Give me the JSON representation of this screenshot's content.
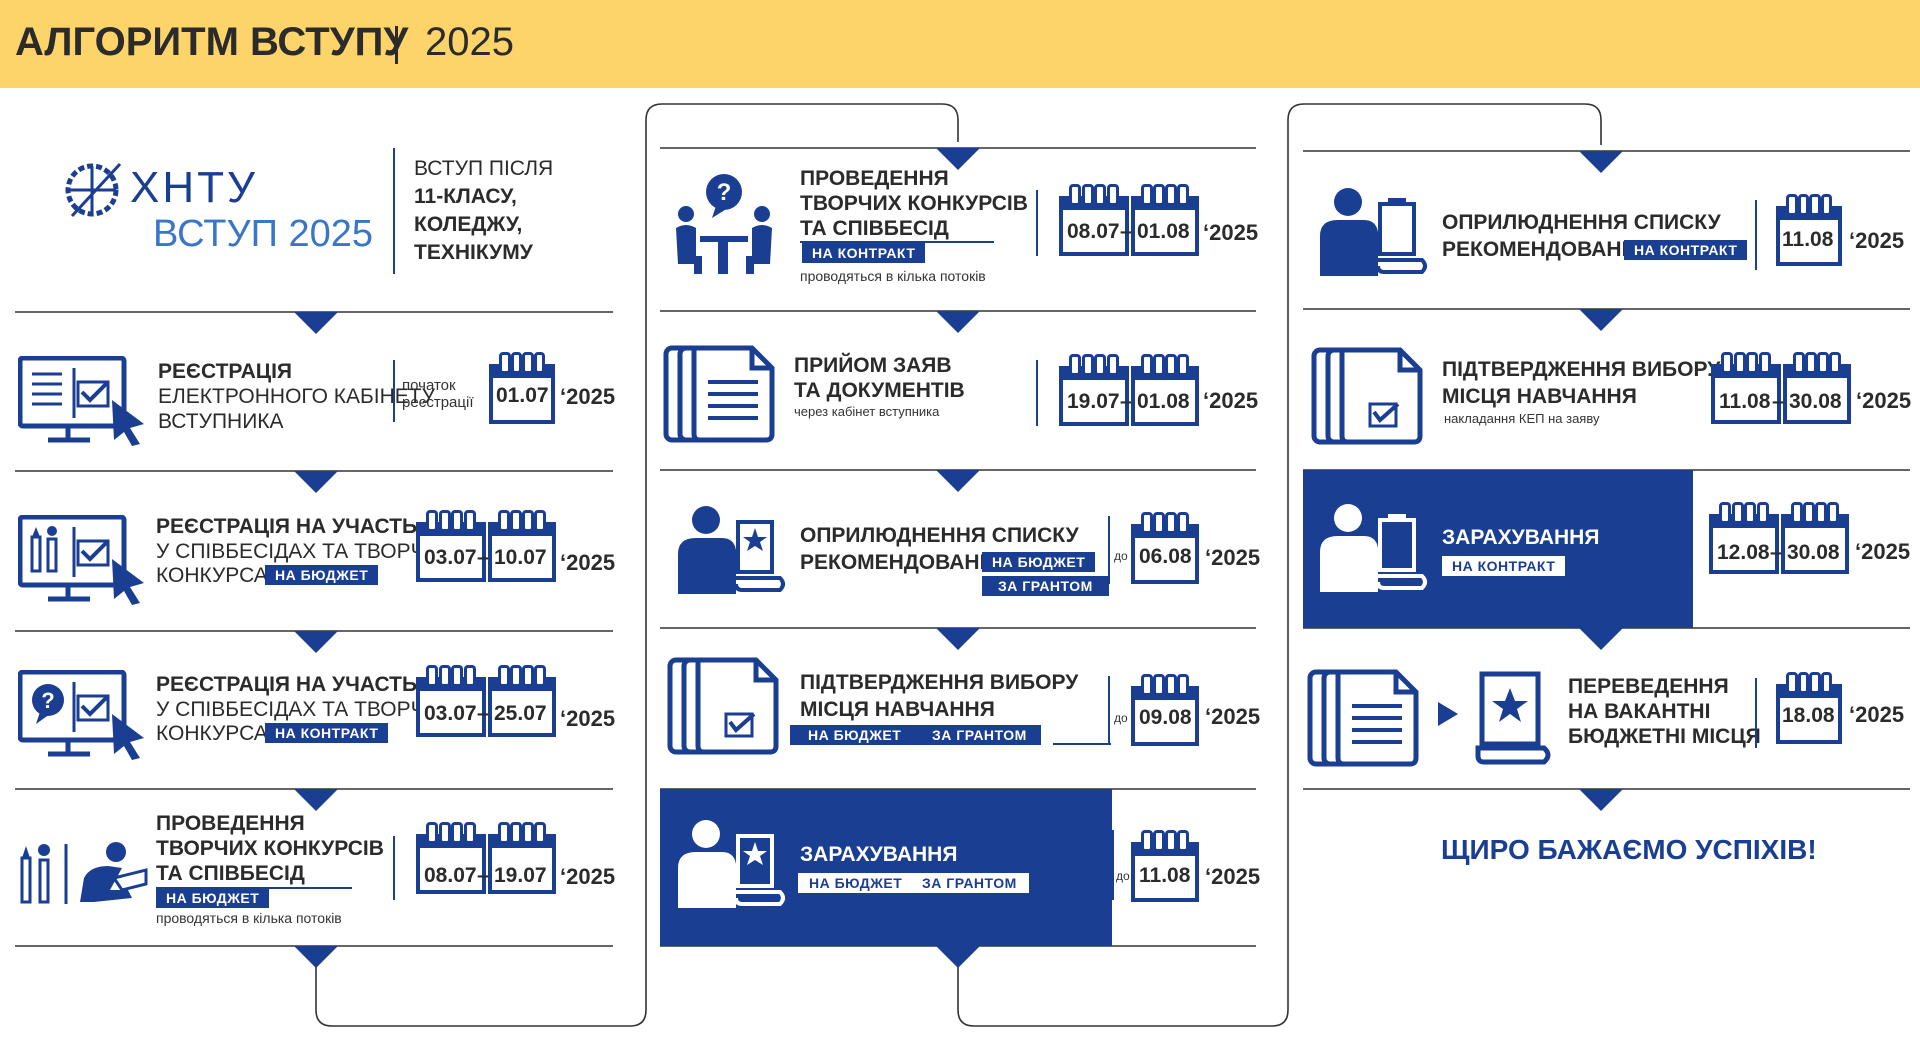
{
  "header": {
    "title": "АЛГОРИТМ ВСТУПУ",
    "year": "2025"
  },
  "logo": {
    "name": "ХНТУ",
    "subtitle": "ВСТУП 2025"
  },
  "intro": {
    "line1": "ВСТУП ПІСЛЯ",
    "line2": "11-КЛАСУ,",
    "line3": "КОЛЕДЖУ,",
    "line4": "ТЕХНІКУМУ"
  },
  "col1": {
    "s1": {
      "t1": "РЕЄСТРАЦІЯ",
      "t2": "ЕЛЕКТРОННОГО КАБІНЕТУ",
      "t3": "ВСТУПНИКА",
      "note1": "початок",
      "note2": "реєстрації",
      "date": "01.07",
      "year": "‘2025"
    },
    "s2": {
      "t1": "РЕЄСТРАЦІЯ НА УЧАСТЬ",
      "t2": "У СПІВБЕСІДАХ ТА ТВОРЧИХ",
      "t3": "КОНКУРСАХ",
      "tag": "НА БЮДЖЕТ",
      "date1": "03.07",
      "date2": "10.07",
      "year": "‘2025"
    },
    "s3": {
      "t1": "РЕЄСТРАЦІЯ НА УЧАСТЬ",
      "t2": "У СПІВБЕСІДАХ ТА ТВОРЧИХ",
      "t3": "КОНКУРСАХ",
      "tag": "НА КОНТРАКТ",
      "date1": "03.07",
      "date2": "25.07",
      "year": "‘2025"
    },
    "s4": {
      "t1": "ПРОВЕДЕННЯ",
      "t2": "ТВОРЧИХ КОНКУРСІВ",
      "t3": "ТА СПІВБЕСІД",
      "tag": "НА БЮДЖЕТ",
      "note": "проводяться в кілька потоків",
      "date1": "08.07",
      "date2": "19.07",
      "year": "‘2025"
    }
  },
  "col2": {
    "s1": {
      "t1": "ПРОВЕДЕННЯ",
      "t2": "ТВОРЧИХ КОНКУРСІВ",
      "t3": "ТА СПІВБЕСІД",
      "tag": "НА КОНТРАКТ",
      "note": "проводяться в кілька потоків",
      "date1": "08.07",
      "date2": "01.08",
      "year": "‘2025"
    },
    "s2": {
      "t1": "ПРИЙОМ ЗАЯВ",
      "t2": "ТА ДОКУМЕНТІВ",
      "note": "через кабінет вступника",
      "date1": "19.07",
      "date2": "01.08",
      "year": "‘2025"
    },
    "s3": {
      "t1": "ОПРИЛЮДНЕННЯ СПИСКУ",
      "t2": "РЕКОМЕНДОВАНИХ",
      "tag1": "НА БЮДЖЕТ",
      "tag2": "ЗА ГРАНТОМ",
      "do": "до",
      "date": "06.08",
      "year": "‘2025"
    },
    "s4": {
      "t1": "ПІДТВЕРДЖЕННЯ ВИБОРУ",
      "t2": "МІСЦЯ НАВЧАННЯ",
      "tag1": "НА БЮДЖЕТ",
      "tag2": "ЗА ГРАНТОМ",
      "do": "до",
      "date": "09.08",
      "year": "‘2025"
    },
    "s5": {
      "t1": "ЗАРАХУВАННЯ",
      "tag1": "НА БЮДЖЕТ",
      "tag2": "ЗА ГРАНТОМ",
      "do": "до",
      "date": "11.08",
      "year": "‘2025"
    }
  },
  "col3": {
    "s1": {
      "t1": "ОПРИЛЮДНЕННЯ СПИСКУ",
      "t2": "РЕКОМЕНДОВАНИХ",
      "tag": "НА КОНТРАКТ",
      "date": "11.08",
      "year": "‘2025"
    },
    "s2": {
      "t1": "ПІДТВЕРДЖЕННЯ ВИБОРУ",
      "t2": "МІСЦЯ НАВЧАННЯ",
      "note": "накладання КЕП на заяву",
      "date1": "11.08",
      "date2": "30.08",
      "year": "‘2025"
    },
    "s3": {
      "t1": "ЗАРАХУВАННЯ",
      "tag": "НА КОНТРАКТ",
      "date1": "12.08",
      "date2": "30.08",
      "year": "‘2025"
    },
    "s4": {
      "t1": "ПЕРЕВЕДЕННЯ",
      "t2": "НА ВАКАНТНІ",
      "t3": "БЮДЖЕТНІ МІСЦЯ",
      "date": "18.08",
      "year": "‘2025"
    },
    "final": "ЩИРО БАЖАЄМО УСПІХІВ!"
  },
  "colors": {
    "accent": "#1a3e92",
    "header": "#fcd46a",
    "text": "#2b2b2b"
  },
  "icons": [
    "monitor-check-icon",
    "monitor-pencil-icon",
    "monitor-question-icon",
    "person-drawing-icon",
    "meeting-question-icon",
    "documents-icon",
    "person-certificate-icon",
    "documents-check-icon",
    "calendar-icon",
    "arrow-right-icon"
  ]
}
